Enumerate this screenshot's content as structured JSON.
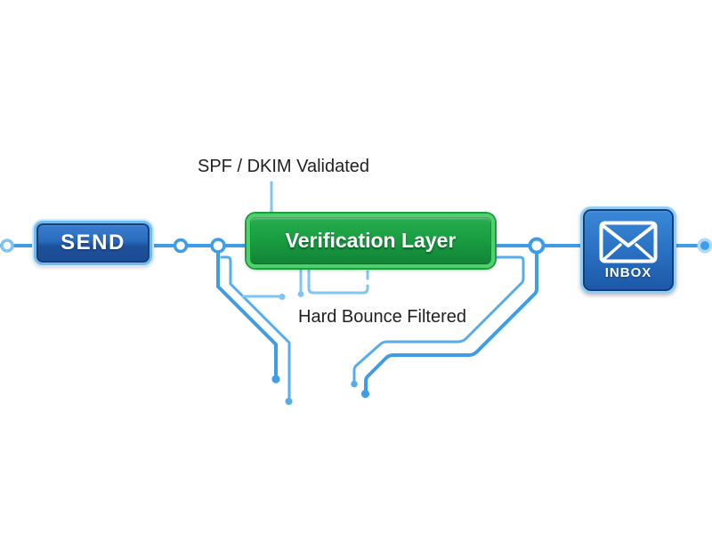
{
  "diagram": {
    "title_hint": "email delivery flow",
    "nodes": [
      {
        "id": "send",
        "label": "SEND",
        "type": "button"
      },
      {
        "id": "verification",
        "label": "Verification Layer",
        "type": "process"
      },
      {
        "id": "inbox",
        "label": "INBOX",
        "type": "mailbox",
        "icon": "envelope-icon"
      }
    ],
    "edges": [
      {
        "from": "send",
        "to": "verification"
      },
      {
        "from": "verification",
        "to": "inbox"
      }
    ],
    "annotations": [
      {
        "id": "spf",
        "text": "SPF / DKIM Validated",
        "attached_to": "verification"
      },
      {
        "id": "bounce",
        "text": "Hard Bounce Filtered",
        "attached_to": "verification"
      }
    ],
    "colors": {
      "wire_main": "#3F9DE8",
      "wire_medium": "#56ACEC",
      "wire_light": "#7FC5F1",
      "node_ring_halo": "#AEDBF7",
      "send_fill": "#1E5099",
      "send_border": "#74BAEE",
      "verify_fill": "#1A9C42",
      "verify_border": "#49D368",
      "inbox_fill": "#2B74C6",
      "inbox_border": "#8ECDF5",
      "text_dark": "#212121",
      "text_light": "#FFFFFF"
    }
  }
}
